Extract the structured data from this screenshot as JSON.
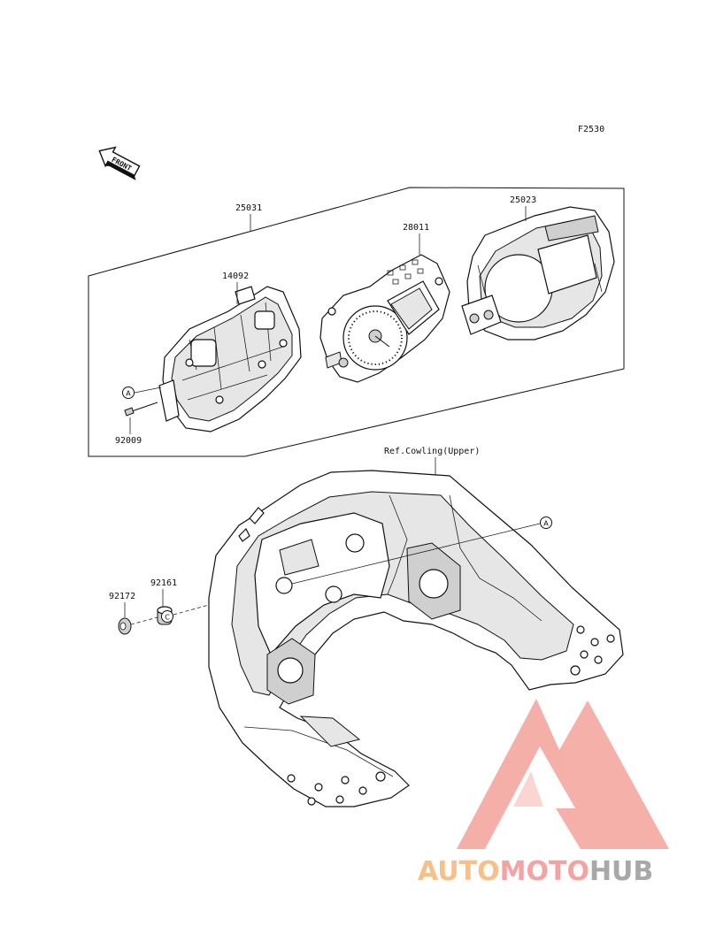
{
  "figure_code": "F2530",
  "front_arrow": {
    "text": "FRONT"
  },
  "parts": [
    {
      "id": "assembly",
      "number": "25031"
    },
    {
      "id": "meter-case-lower",
      "number": "14092"
    },
    {
      "id": "meter-board",
      "number": "28011"
    },
    {
      "id": "meter-cover-upper",
      "number": "25023"
    },
    {
      "id": "screw",
      "number": "92009"
    },
    {
      "id": "collar",
      "number": "92172"
    },
    {
      "id": "grommet",
      "number": "92161"
    }
  ],
  "reference": {
    "text": "Ref.Cowling(Upper)"
  },
  "callouts": [
    {
      "id": "A",
      "text": "A"
    },
    {
      "id": "C",
      "text": "C"
    }
  ],
  "watermark": {
    "segments": [
      {
        "text": "AUTO",
        "color": "#f5c08a"
      },
      {
        "text": "MOTO",
        "color": "#f4a3a3"
      },
      {
        "text": "HUB",
        "color": "#a8a8a8"
      }
    ],
    "logo_color": "#f08a80"
  }
}
